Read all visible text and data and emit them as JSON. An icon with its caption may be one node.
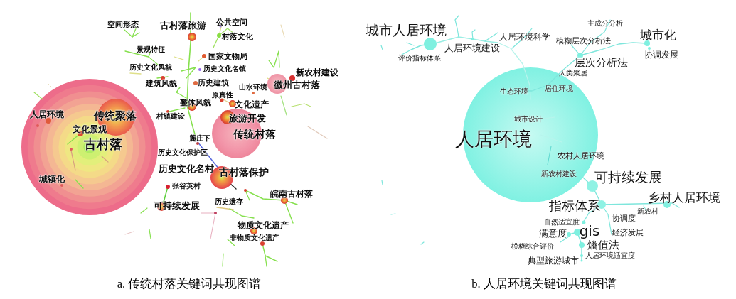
{
  "diagram": {
    "labels": [
      "空间形态",
      "古村落旅游",
      "公共空间",
      "村落文化",
      "景观特征",
      "国家文物局",
      "历史文化风貌",
      "历史文化名镇",
      "新农村建设",
      "建筑风貌",
      "历史建筑",
      "山水环境",
      "徽州古村落",
      "原真性",
      "整体风貌",
      "文化遗产",
      "人居环境",
      "传统聚落",
      "村镇建设",
      "旅游开发",
      "文化景观",
      "传统村落",
      "麓庄下",
      "古村落",
      "历史文化保护区",
      "历史文化名村",
      "古村落保护",
      "城镇化",
      "张谷英村",
      "皖南古村落",
      "历史遗存",
      "可持续发展",
      "物质文化遗产",
      "非物质文化遗产",
      "a. 传统村落关键词共现图谱",
      "城市人居环境",
      "人居环境科学",
      "模糊层次分析法",
      "主成分分析",
      "城市化",
      "人居环境建设",
      "协调发展",
      "评价指标体系",
      "层次分析法",
      "人类聚居",
      "生态环境",
      "居住环境",
      "城市设计",
      "人居环境",
      "农村人居环境",
      "新农村建设",
      "可持续发展",
      "乡村人居环境",
      "指标体系",
      "新农村",
      "协调度",
      "自然适宜度",
      "满意度",
      "gis",
      "经济发展",
      "模糊综合评价",
      "熵值法",
      "人居环境适宜度",
      "典型旅游城市",
      "b. 人居环境关键词共现图谱"
    ]
  }
}
